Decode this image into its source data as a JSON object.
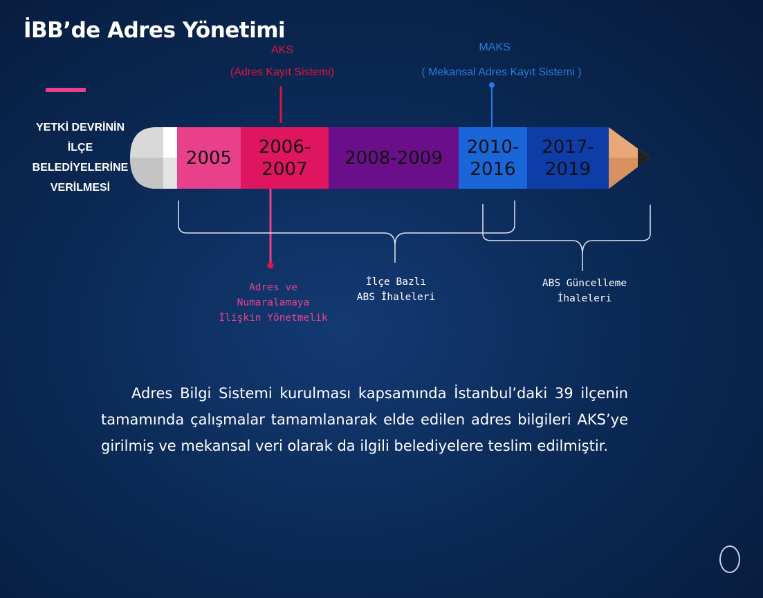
{
  "title": "İBB’de Adres Yönetimi",
  "side_label": {
    "lines": [
      "YETKİ DEVRİNİN",
      "İLÇE",
      "BELEDİYELERİNE",
      "VERİLMESİ"
    ]
  },
  "annotations": {
    "aks_title": "AKS",
    "aks_sub": "(Adres Kayıt Sistemi)",
    "maks_title": "MAKS",
    "maks_sub": "( Mekansal Adres Kayıt Sistemi )",
    "regulation_lines": [
      "Adres ve",
      "Numaralamaya",
      "İlişkin Yönetmelik"
    ],
    "district_lines": [
      "İlçe Bazlı",
      "ABS İhaleleri"
    ],
    "update_lines": [
      "ABS Güncelleme",
      "İhaleleri"
    ]
  },
  "pencil_segments": [
    {
      "label_line1": "2005",
      "label_line2": "",
      "color": "#e8408a"
    },
    {
      "label_line1": "2006-",
      "label_line2": "2007",
      "color": "#e01560"
    },
    {
      "label_line1": "2008-2009",
      "label_line2": "",
      "color": "#6a0f8a"
    },
    {
      "label_line1": "2010-",
      "label_line2": "2016",
      "color": "#1a66d8"
    },
    {
      "label_line1": "2017-",
      "label_line2": "2019",
      "color": "#0f3da8"
    }
  ],
  "colors": {
    "aks": "#e0143c",
    "maks": "#2a7be0",
    "regulation": "#e8408a",
    "pencil_tip": "#e8a877",
    "eraser": "#d8d8d8"
  },
  "paragraph": "Adres Bilgi Sistemi kurulması kapsamında İstanbul’daki 39 ilçenin tamamında çalışmalar tamamlanarak elde edilen adres bilgileri AKS’ye girilmiş ve mekansal veri olarak da ilgili belediyelere teslim edilmiştir."
}
